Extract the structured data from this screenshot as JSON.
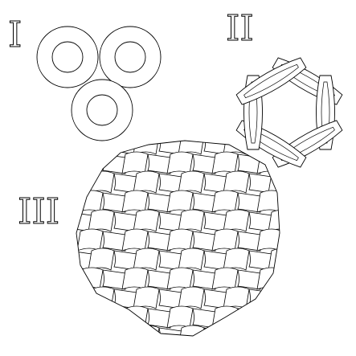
{
  "labels": {
    "panel_1": "I",
    "panel_2": "II",
    "panel_3": "III"
  },
  "colors": {
    "background": "#ffffff",
    "line": "#000000"
  }
}
